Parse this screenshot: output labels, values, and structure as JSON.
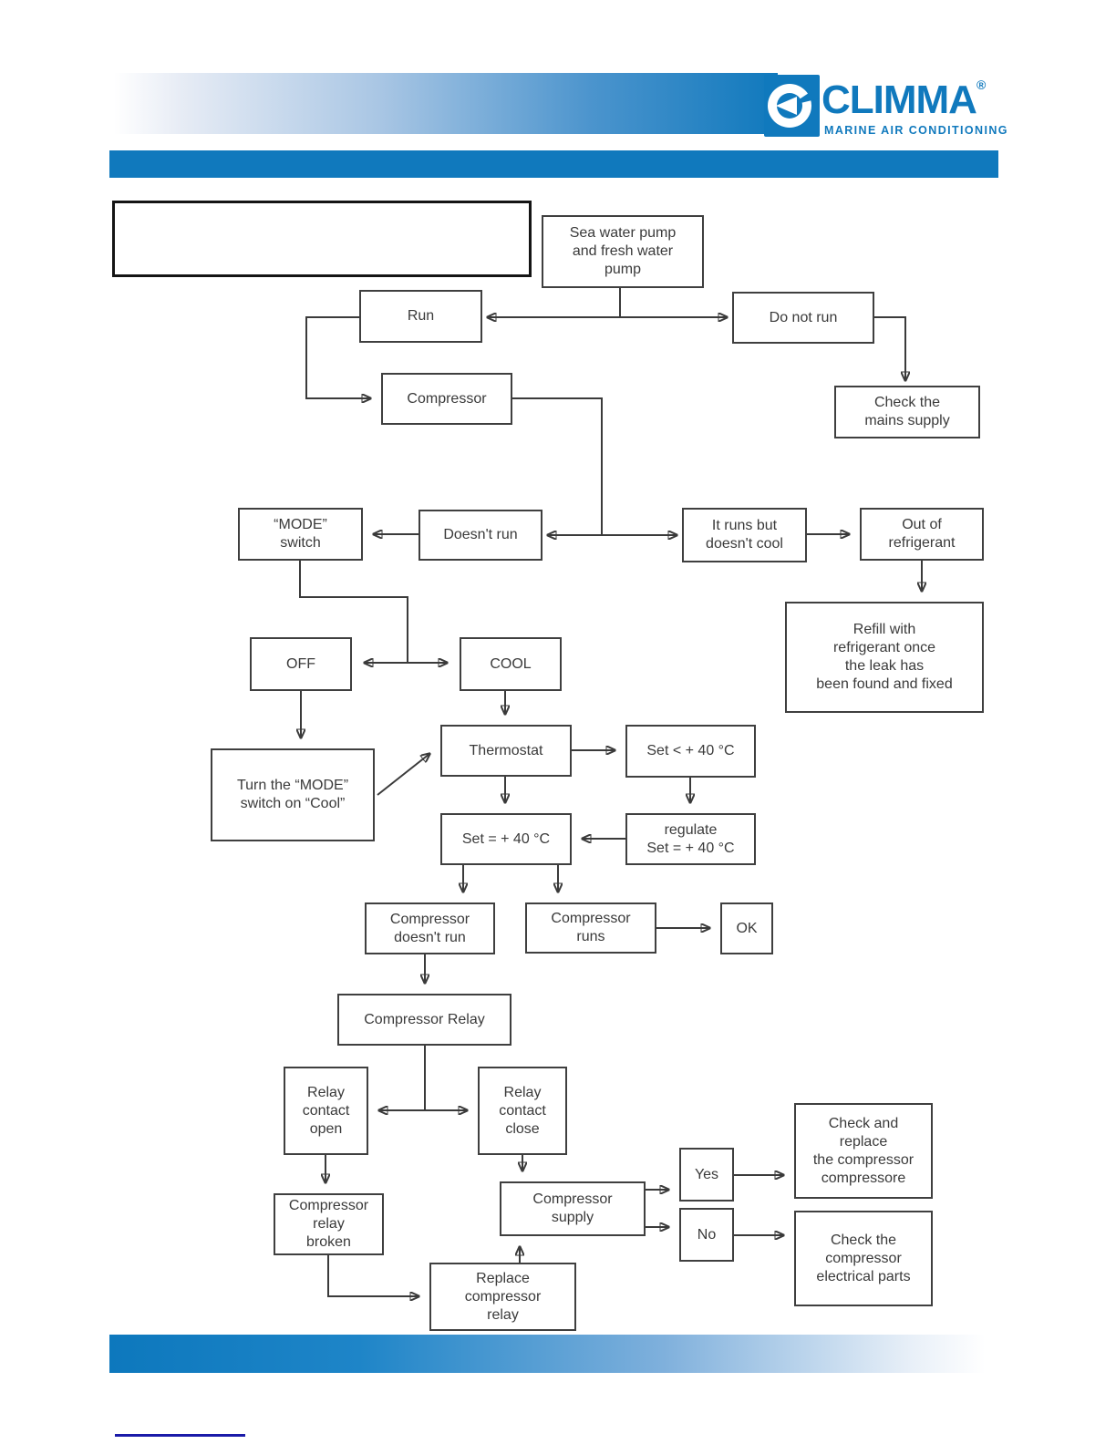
{
  "header": {
    "logo": {
      "brand": "CLIMMA",
      "registered_mark": "®",
      "tagline": "MARINE AIR CONDITIONING"
    },
    "brand_blue": "#1079bd"
  },
  "footer": {
    "accent_line_color": "#1a1aa8"
  },
  "flowchart": {
    "nodes": {
      "title_box": {
        "label": ""
      },
      "sea_water_pump": {
        "label": "Sea water pump\nand fresh water\npump"
      },
      "run": {
        "label": "Run"
      },
      "do_not_run": {
        "label": "Do not run"
      },
      "check_mains": {
        "label": "Check the\nmains supply"
      },
      "compressor": {
        "label": "Compressor"
      },
      "mode_switch": {
        "label": "“MODE”\nswitch"
      },
      "doesnt_run": {
        "label": "Doesn't run"
      },
      "runs_no_cool": {
        "label": "It runs but\ndoesn't cool"
      },
      "out_of_refrigerant": {
        "label": "Out of\nrefrigerant"
      },
      "refill": {
        "label": "Refill with\nrefrigerant once\nthe leak has\nbeen found and fixed"
      },
      "off": {
        "label": "OFF"
      },
      "cool": {
        "label": "COOL"
      },
      "turn_mode": {
        "label": "Turn the “MODE”\nswitch on “Cool”"
      },
      "thermostat": {
        "label": "Thermostat"
      },
      "set_lt_40": {
        "label": "Set < + 40 °C"
      },
      "set_eq_40": {
        "label": "Set = + 40 °C"
      },
      "regulate": {
        "label": "regulate\nSet = + 40 °C"
      },
      "comp_doesnt_run": {
        "label": "Compressor\ndoesn't run"
      },
      "comp_runs": {
        "label": "Compressor\nruns"
      },
      "ok": {
        "label": "OK"
      },
      "comp_relay": {
        "label": "Compressor Relay"
      },
      "relay_open": {
        "label": "Relay\ncontact\nopen"
      },
      "relay_close": {
        "label": "Relay\ncontact\nclose"
      },
      "relay_broken": {
        "label": "Compressor\nrelay\nbroken"
      },
      "comp_supply": {
        "label": "Compressor\nsupply"
      },
      "yes": {
        "label": "Yes"
      },
      "no": {
        "label": "No"
      },
      "check_replace": {
        "label": "Check and\nreplace\nthe compressor\ncompressore"
      },
      "check_electrical": {
        "label": "Check the\ncompressor\nelectrical parts"
      },
      "replace_relay": {
        "label": "Replace\ncompressor\nrelay"
      }
    }
  }
}
